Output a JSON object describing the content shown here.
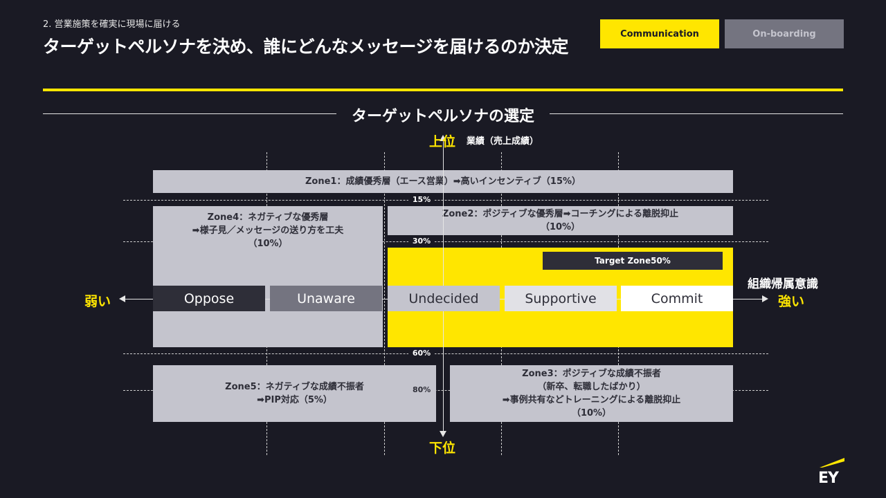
{
  "header": {
    "subtitle": "2. 営業施策を確実に現場に届ける",
    "title": "ターゲットペルソナを決め、誰にどんなメッセージを届けるのか決定"
  },
  "tabs": [
    {
      "label": "Communication",
      "active": true
    },
    {
      "label": "On-boarding",
      "active": false
    }
  ],
  "section_title": "ターゲットペルソナの選定",
  "axis": {
    "top_label": "上位",
    "top_caption": "業績（売上成績）",
    "bottom_label": "下位",
    "left_label": "弱い",
    "right_label": "強い",
    "right_caption": "組織帰属意識"
  },
  "percent_marks": [
    "15%",
    "30%",
    "60%",
    "80%"
  ],
  "zones": {
    "zone1": {
      "lines": [
        "Zone1：成績優秀層（エース営業）➡高いインセンティブ（15%）"
      ]
    },
    "zone2": {
      "lines": [
        "Zone2：ポジティブな優秀層➡コーチングによる離脱抑止",
        "（10%）"
      ]
    },
    "zone3": {
      "lines": [
        "Zone3：ポジティブな成績不振者",
        "（新卒、転職したばかり）",
        "➡事例共有などトレーニングによる離脱抑止",
        "（10%）"
      ]
    },
    "zone4": {
      "lines": [
        "Zone4：ネガティブな優秀層",
        "➡様子見／メッセージの送り方を工夫",
        "（10%）"
      ]
    },
    "zone5": {
      "lines": [
        "Zone5：ネガティブな成績不振者",
        "➡PIP対応（5%）"
      ]
    }
  },
  "target_zone": "Target Zone50%",
  "stages": [
    {
      "label": "Oppose",
      "bg": "#2e2e38",
      "fg": "#ffffff"
    },
    {
      "label": "Unaware",
      "bg": "#747480",
      "fg": "#ffffff"
    },
    {
      "label": "Undecided",
      "bg": "#c4c4cd",
      "fg": "#2e2e38"
    },
    {
      "label": "Supportive",
      "bg": "#e1e1e6",
      "fg": "#2e2e38"
    },
    {
      "label": "Commit",
      "bg": "#ffffff",
      "fg": "#2e2e38"
    }
  ],
  "colors": {
    "accent": "#ffe600",
    "background": "#1a1a24",
    "zone_gray": "#c4c4cd"
  },
  "logo": "EY"
}
